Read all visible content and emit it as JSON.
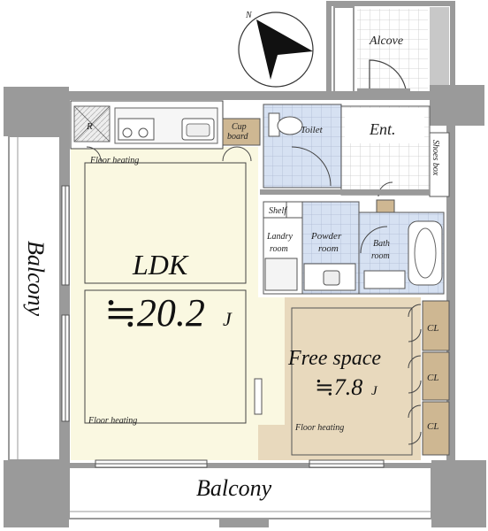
{
  "plan": {
    "compass_label": "N",
    "alcove": "Alcove",
    "entrance": "Ent.",
    "shoes_box": "Shoes box",
    "toilet": "Toilet",
    "cupboard_line1": "Cup",
    "cupboard_line2": "board",
    "refrigerator": "R",
    "ldk_name": "LDK",
    "ldk_area": "≒20.2",
    "area_unit": "J",
    "free_space_name": "Free space",
    "free_space_area": "≒7.8",
    "shelf": "Shelf",
    "laundry_line1": "Landry",
    "laundry_line2": "room",
    "powder_line1": "Powder",
    "powder_line2": "room",
    "bath_line1": "Bath",
    "bath_line2": "room",
    "closet_1": "CL",
    "closet_2": "CL",
    "closet_3": "CL",
    "floor_heating_1": "Floor heating",
    "floor_heating_2": "Floor heating",
    "floor_heating_3": "Floor heating",
    "balcony_left": "Balcony",
    "balcony_bottom": "Balcony"
  },
  "colors": {
    "wall": "#9a9a9a",
    "ldk_fill": "#faf8e1",
    "free_space_fill": "#e8d9bd",
    "closet_fill": "#ceb792",
    "tile_blue": "#d3dff0",
    "grid_line": "#bfc7d6"
  }
}
